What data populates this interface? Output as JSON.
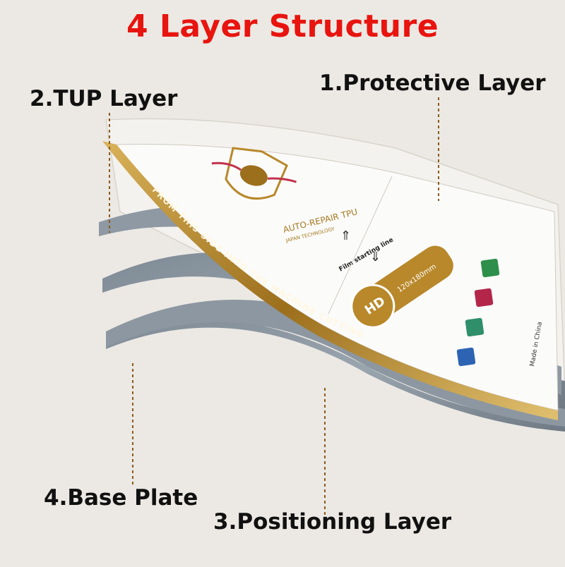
{
  "title": "4 Layer Structure",
  "title_color": "#e8140f",
  "layers": [
    {
      "label": "1.Protective Layer"
    },
    {
      "label": "2.TUP Layer"
    },
    {
      "label": "3.Positioning Layer"
    },
    {
      "label": "4.Base Plate"
    }
  ],
  "sheet": {
    "edge_text": "FROM THIS SIDE INTO THE MACHINE CUTTING",
    "product_title": "AUTO-REPAIR TPU",
    "product_subtitle": "JAPAN TECHNOLOGY",
    "film_line": "Film starting line",
    "size": "120x180mm",
    "hd": "HD",
    "made_in": "Made in China",
    "gold_color": "#b8882a",
    "layer_color": "#8f9ba6"
  },
  "icons": [
    {
      "name": "fingerprint-icon",
      "color": "#2e8f4a"
    },
    {
      "name": "phone-icon",
      "color": "#b3264a"
    },
    {
      "name": "spray-icon",
      "color": "#2f8f6a"
    },
    {
      "name": "cleaning-icon",
      "color": "#2d63b3"
    }
  ]
}
